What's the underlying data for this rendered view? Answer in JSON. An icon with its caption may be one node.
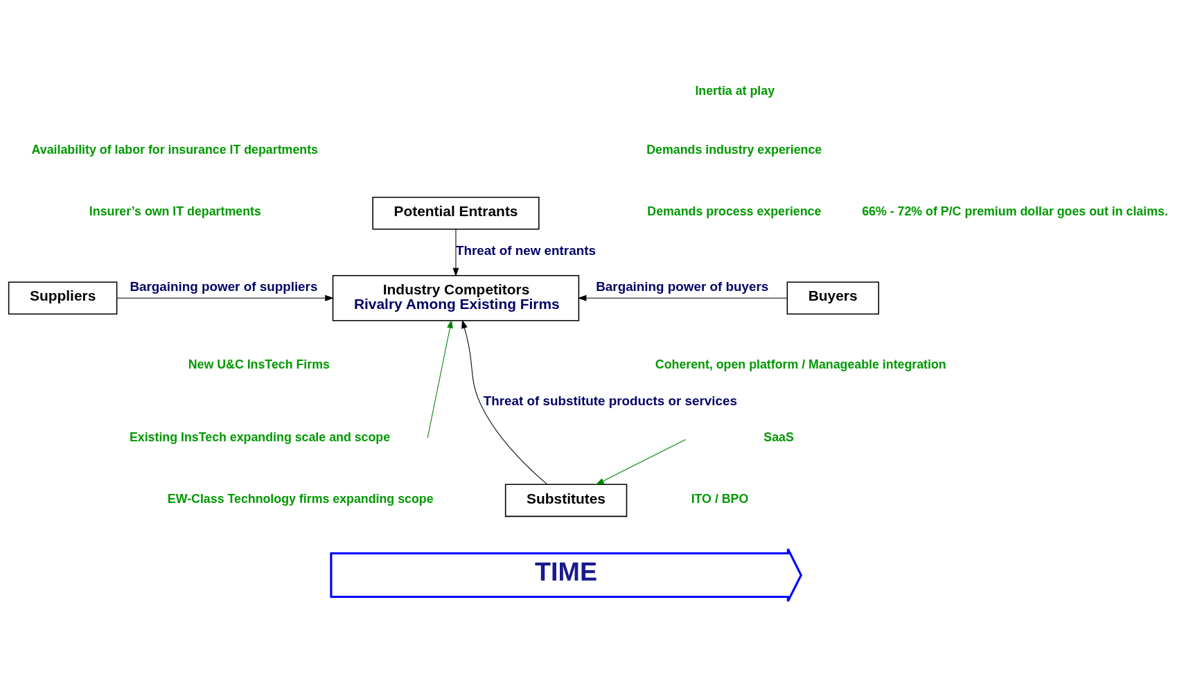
{
  "diagram": {
    "nodes": [
      {
        "text": [
          "Potential Entrants"
        ]
      },
      {
        "text": [
          "Industry Competitors",
          "Rivalry Among Existing Firms"
        ]
      },
      {
        "text": [
          "Suppliers"
        ]
      },
      {
        "text": [
          "Buyers"
        ]
      },
      {
        "text": [
          "Substitutes"
        ]
      },
      {
        "text": [
          "TIME"
        ]
      }
    ],
    "edges": [
      {
        "from": 0,
        "to": 1,
        "arrow": "to",
        "label": "Threat of new entrants"
      },
      {
        "from": 2,
        "to": 1,
        "arrow": "to",
        "label": "Bargaining power of suppliers"
      },
      {
        "from": 3,
        "to": 1,
        "arrow": "to",
        "label": "Bargaining power of buyers"
      },
      {
        "from": 4,
        "to": 1,
        "arrow": "to",
        "label": "Threat of substitute products or services"
      },
      {
        "from": null,
        "to": 1,
        "arrow": "to",
        "color": "#008000"
      },
      {
        "from": null,
        "to": 4,
        "arrow": "to",
        "color": "#008000"
      }
    ],
    "labels": [
      "66% - 72% of P/C premium dollar goes out in claims.",
      "Inertia at play",
      "Demands industry experience",
      "Demands process experience",
      "Availability of labor for insurance IT departments",
      "Insurer’s own IT departments",
      "New U&C InsTech Firms",
      "Existing InsTech expanding scale and scope",
      "EW-Class Technology firms expanding scope",
      "Coherent, open platform / Manageable integration",
      "SaaS",
      "ITO / BPO"
    ]
  }
}
